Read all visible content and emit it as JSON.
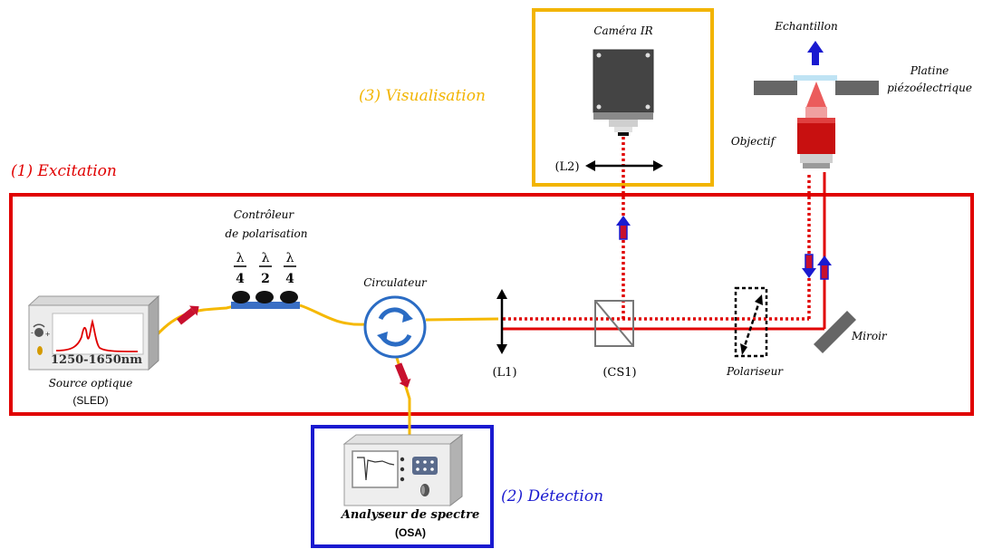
{
  "sections": {
    "excitation": {
      "label": "(1) Excitation",
      "color": "#e00000"
    },
    "detection": {
      "label": "(2) Détection",
      "color": "#1a1ad0"
    },
    "visualisation": {
      "label": "(3) Visualisation",
      "color": "#f2b400"
    }
  },
  "source": {
    "name": "Source optique",
    "sub": "(SLED)",
    "range": "1250-1650nm"
  },
  "polarisation_controller": {
    "title_line1": "Contrôleur",
    "title_line2": "de polarisation",
    "plates": [
      {
        "num": "λ",
        "den": "4"
      },
      {
        "num": "λ",
        "den": "2"
      },
      {
        "num": "λ",
        "den": "4"
      }
    ]
  },
  "components": {
    "circulator": "Circulateur",
    "lens1": "(L1)",
    "beamsplitter": "(CS1)",
    "polarizer": "Polariseur",
    "mirror": "Miroir",
    "lens2": "(L2)",
    "camera": "Caméra IR",
    "sample": "Echantillon",
    "stage_line1": "Platine",
    "stage_line2": "piézoélectrique",
    "objective": "Objectif"
  },
  "osa": {
    "name": "Analyseur de spectre",
    "sub": "(OSA)"
  },
  "colors": {
    "fiber": "#f5b800",
    "beam": "#e00000",
    "arrow": "#c8102e",
    "plate_base": "#3a6fc4"
  }
}
